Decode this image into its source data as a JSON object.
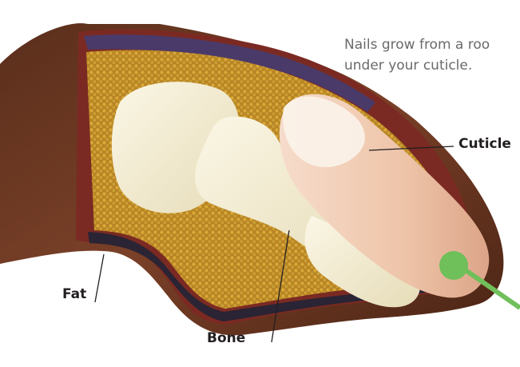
{
  "caption": {
    "line1": "Nails grow from a roo",
    "line2": "under your cuticle."
  },
  "labels": {
    "cuticle": "Cuticle",
    "fat": "Fat",
    "bone": "Bone"
  },
  "colors": {
    "skin_dark": "#6b3a24",
    "tissue_red": "#7a2a22",
    "tissue_purple": "#4a3a6a",
    "fat_gold": "#c8982e",
    "bone_cream": "#f4eed6",
    "nail_pink": "#eec4a8",
    "pointer_green": "#6fbf5a"
  }
}
